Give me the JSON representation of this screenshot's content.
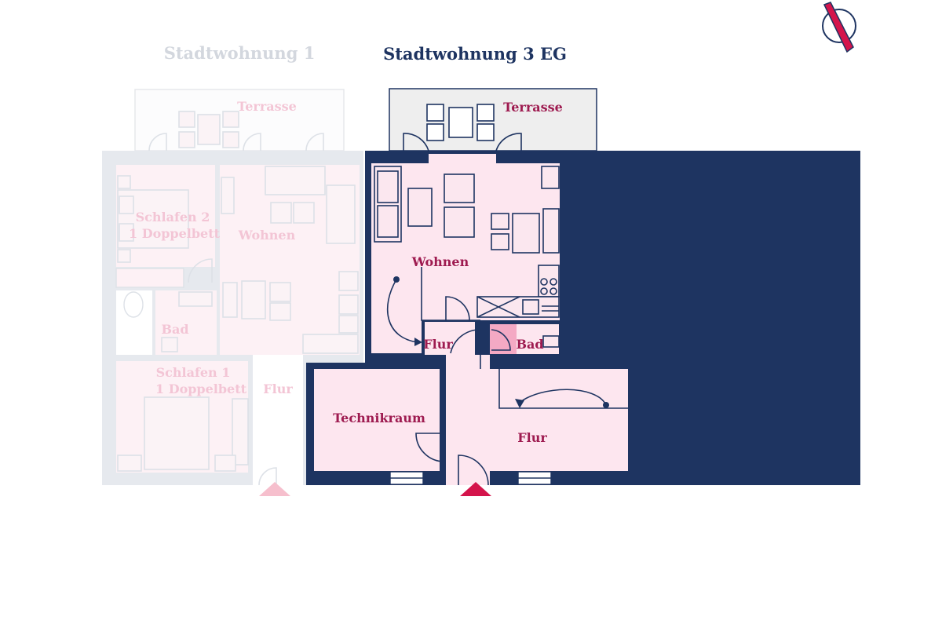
{
  "titles": {
    "left_unit": "Stadtwohnung 1",
    "main_unit": "Stadtwohnung 3 EG"
  },
  "left_unit_rooms": {
    "terrasse": "Terrasse",
    "schlafen_2_line1": "Schlafen 2",
    "schlafen_2_line2": "1 Doppelbett",
    "wohnen": "Wohnen",
    "bad": "Bad",
    "schlafen_1_line1": "Schlafen 1",
    "schlafen_1_line2": "1 Doppelbett",
    "flur": "Flur"
  },
  "main_unit_rooms": {
    "terrasse": "Terrasse",
    "wohnen": "Wohnen",
    "flur_small": "Flur",
    "bad": "Bad",
    "technikraum": "Technikraum",
    "flur": "Flur"
  },
  "icons": {
    "compass": "north-arrow-icon",
    "entrance": "entrance-triangle-icon"
  },
  "colors": {
    "wall": "#1e3461",
    "room_fill": "#fde6ef",
    "label": "#9e1b50",
    "bath_fill": "#f4a9c4",
    "terrace_fill": "#eeeeee",
    "faded_wall": "#dde1e7",
    "entrance_active": "#d4144b",
    "entrance_faded": "#f6bfcd"
  }
}
